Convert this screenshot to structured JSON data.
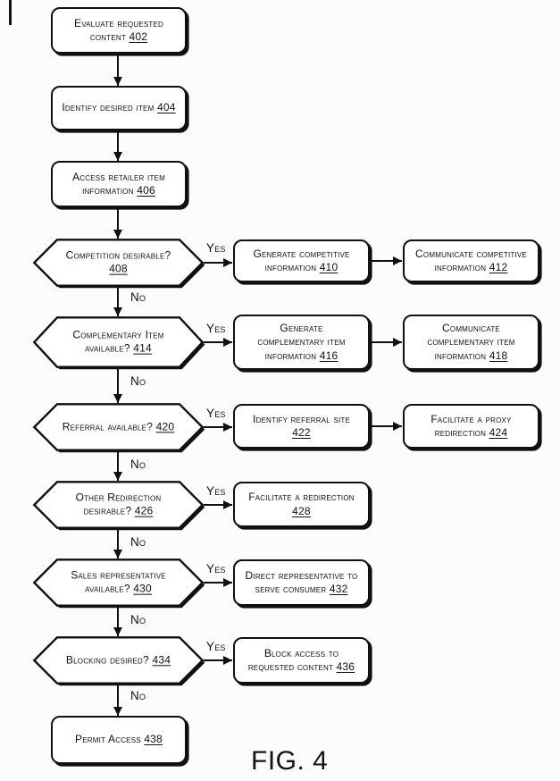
{
  "figure": {
    "caption": "FIG. 4"
  },
  "edge_labels": {
    "yes": "Yes",
    "no": "No"
  },
  "nodes": {
    "n402": {
      "text": "Evaluate requested\ncontent ",
      "ref": "402"
    },
    "n404": {
      "text": "Identify desired item ",
      "ref": "404"
    },
    "n406": {
      "text": "Access retailer item\ninformation ",
      "ref": "406"
    },
    "n408": {
      "text": "Competition desirable?\n",
      "ref": "408"
    },
    "n410": {
      "text": "Generate competitive\ninformation ",
      "ref": "410"
    },
    "n412": {
      "text": "Communicate competitive\ninformation ",
      "ref": "412"
    },
    "n414": {
      "text": "Complementary Item\navailable? ",
      "ref": "414"
    },
    "n416": {
      "text": "Generate\ncomplementary item\ninformation ",
      "ref": "416"
    },
    "n418": {
      "text": "Communicate\ncomplementary item\ninformation ",
      "ref": "418"
    },
    "n420": {
      "text": "Referral available? ",
      "ref": "420"
    },
    "n422": {
      "text": "Identify referral site\n",
      "ref": "422"
    },
    "n424": {
      "text": "Facilitate a proxy\nredirection ",
      "ref": "424"
    },
    "n426": {
      "text": "Other Redirection\ndesirable? ",
      "ref": "426"
    },
    "n428": {
      "text": "Facilitate a redirection\n",
      "ref": "428"
    },
    "n430": {
      "text": "Sales representative\navailable? ",
      "ref": "430"
    },
    "n432": {
      "text": "Direct representative to\nserve consumer ",
      "ref": "432"
    },
    "n434": {
      "text": "Blocking desired? ",
      "ref": "434"
    },
    "n436": {
      "text": "Block access to\nrequested content ",
      "ref": "436"
    },
    "n438": {
      "text": "Permit Access ",
      "ref": "438"
    }
  },
  "edges": [
    {
      "from": "402",
      "to": "404"
    },
    {
      "from": "404",
      "to": "406"
    },
    {
      "from": "406",
      "to": "408"
    },
    {
      "from": "408",
      "to": "410",
      "label": "Yes"
    },
    {
      "from": "410",
      "to": "412"
    },
    {
      "from": "408",
      "to": "414",
      "label": "No"
    },
    {
      "from": "414",
      "to": "416",
      "label": "Yes"
    },
    {
      "from": "416",
      "to": "418"
    },
    {
      "from": "414",
      "to": "420",
      "label": "No"
    },
    {
      "from": "420",
      "to": "422",
      "label": "Yes"
    },
    {
      "from": "422",
      "to": "424"
    },
    {
      "from": "420",
      "to": "426",
      "label": "No"
    },
    {
      "from": "426",
      "to": "428",
      "label": "Yes"
    },
    {
      "from": "426",
      "to": "430",
      "label": "No"
    },
    {
      "from": "430",
      "to": "432",
      "label": "Yes"
    },
    {
      "from": "430",
      "to": "434",
      "label": "No"
    },
    {
      "from": "434",
      "to": "436",
      "label": "Yes"
    },
    {
      "from": "434",
      "to": "438",
      "label": "No"
    }
  ],
  "colors": {
    "ink": "#101010",
    "paper": "#fcfcfc"
  }
}
